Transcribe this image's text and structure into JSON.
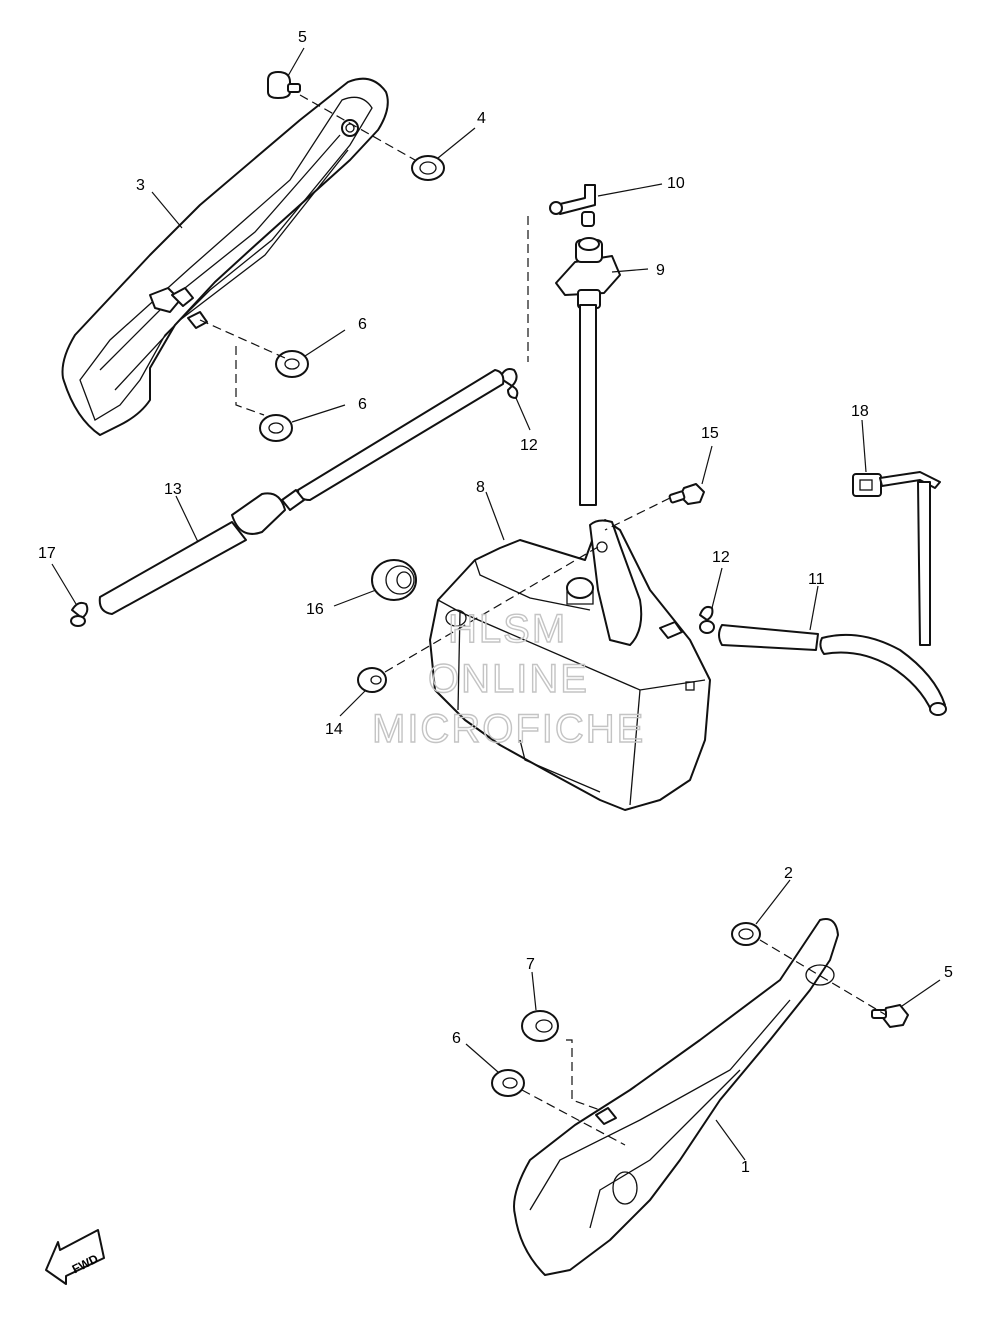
{
  "callouts": [
    {
      "id": "c5a",
      "text": "5"
    },
    {
      "id": "c4",
      "text": "4"
    },
    {
      "id": "c3",
      "text": "3"
    },
    {
      "id": "c10",
      "text": "10"
    },
    {
      "id": "c9",
      "text": "9"
    },
    {
      "id": "c6a",
      "text": "6"
    },
    {
      "id": "c6b",
      "text": "6"
    },
    {
      "id": "c12a",
      "text": "12"
    },
    {
      "id": "c18",
      "text": "18"
    },
    {
      "id": "c15",
      "text": "15"
    },
    {
      "id": "c13",
      "text": "13"
    },
    {
      "id": "c8",
      "text": "8"
    },
    {
      "id": "c17",
      "text": "17"
    },
    {
      "id": "c12b",
      "text": "12"
    },
    {
      "id": "c11",
      "text": "11"
    },
    {
      "id": "c16",
      "text": "16"
    },
    {
      "id": "c14",
      "text": "14"
    },
    {
      "id": "c2",
      "text": "2"
    },
    {
      "id": "c7",
      "text": "7"
    },
    {
      "id": "c5b",
      "text": "5"
    },
    {
      "id": "c6c",
      "text": "6"
    },
    {
      "id": "c1",
      "text": "1"
    }
  ],
  "watermark": {
    "line1": "HLSM",
    "line2": "ONLINE",
    "line3": "MICROFICHE"
  },
  "direction_badge": "FWD"
}
